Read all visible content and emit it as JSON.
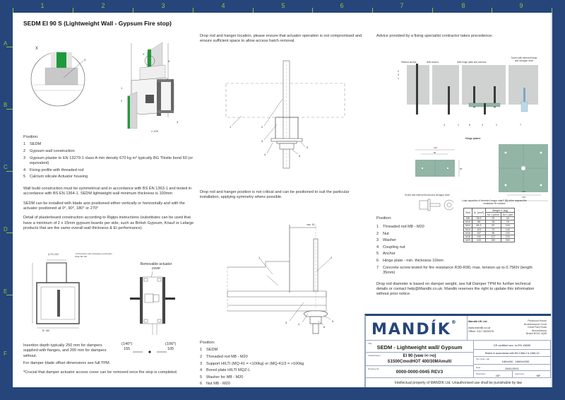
{
  "rulers": {
    "columns": [
      "1",
      "2",
      "3",
      "4",
      "5",
      "6",
      "7",
      "8",
      "9"
    ],
    "rows": [
      "A",
      "B",
      "C",
      "D",
      "E",
      "F"
    ]
  },
  "title": "SEDM EI 90 S (Lightweight Wall  - Gypsum Fire stop)",
  "left_column": {
    "detail_label": "X",
    "detail_callout": "3",
    "iso_callouts": [
      "X",
      "5",
      "1",
      "2",
      "4"
    ],
    "iso_dimension": "≥ 100",
    "positions_heading": "Position:",
    "positions": [
      {
        "n": "1",
        "text": "SEDM"
      },
      {
        "n": "2",
        "text": "Gypsum wall construction"
      },
      {
        "n": "3",
        "text": "Gypsum plaster to EN 13279-1 class A min density 670 kg m³ typically BG Thistle bond 60 (or equivalent)"
      },
      {
        "n": "4",
        "text": "Fixing profile with threaded rod"
      },
      {
        "n": "5",
        "text": "Calcium silicate Actuator housing"
      }
    ],
    "paragraphs": [
      "Wall build construction must be symmetrical and in accordance with BS EN 1363-1 and tested in accordance with BS EN 1364-1. SEDM lightweight wall minimum thickness is 100mm",
      "SEDM can be installed with blade axis positioned either vertically or horizontally and with the actuator positioned at 0°, 90°, 180° or 270°",
      "Detail of plasterboard construction according to Rigips instructions (substitutes can be used that have a minimum of 2 x 15mm gypsum boards per side, such as British Gypsum, Knauf or Lafarge products that are the same overall wall thickness & EI performance)."
    ],
    "section_note": "* Dimensions with actuating mechanism Write 58.700",
    "section_dims": {
      "top": "(170*) 320",
      "side": "(130*) 180",
      "height": "A+ 360",
      "width": "B+ 360"
    },
    "removable_cover_label": "Removable actuator cover",
    "offset_left": "(140*)",
    "offset_left_val": "155",
    "offset_right": "(106*)",
    "offset_right_val": "105",
    "insertion_note": "Insertion depth typically 250 mm for dampers supplied with flanges, and 200 mm for dampers without.",
    "blade_note": "For damper blade offset dimensions see full TPM.",
    "crucial_note": "*Crucial that damper actuator access cover can be removed once fire stop is completed."
  },
  "middle_column": {
    "top_note": "Drop rod and hanger location, please ensure that actuator operation is not compromised and ensure sufficient space to allow access hatch removal.",
    "top_callouts": [
      "1",
      "2",
      "3",
      "4",
      "5",
      "6"
    ],
    "mid_note": "Drop rod and hanger position is not critical and can be positioned to suit the particular installation, applying symmetry where possible.",
    "max_dim": "max. 50",
    "bottom_callouts": [
      "1",
      "2",
      "3",
      "4",
      "5",
      "6"
    ],
    "positions_heading": "Position:",
    "positions": [
      {
        "n": "1",
        "text": "SEDM"
      },
      {
        "n": "2",
        "text": "Threaded rod M8 - M20"
      },
      {
        "n": "3",
        "text": "Support HILTI (MQ-41 = <100kg) or (MQ-41/3 = >100kg"
      },
      {
        "n": "4",
        "text": "Bored plate HILTI MQZ-L"
      },
      {
        "n": "5",
        "text": "Washer for M8 - M20"
      },
      {
        "n": "6",
        "text": "Nut M8 - M20"
      }
    ]
  },
  "right_column": {
    "top_note": "Advice provided by a fixing specialist contractor takes precedence.",
    "anchor_types": [
      "Without anchor",
      "With anchor",
      "With hinge plate and anchors",
      "Screw with internal thread and hexagon drive"
    ],
    "hinge_plates_title": "Hinge plates",
    "hinge_dims": {
      "w1": "120",
      "w2": "80",
      "h": "50",
      "sq1": "100",
      "sq2": "150"
    },
    "screw_title": "Screw with internal thread and hexagon drive",
    "load_caption": "Load capacities of threaded hanger rods F [N] at the required fire resistance 90 minutes",
    "positions_heading": "Position:",
    "positions": [
      {
        "n": "1",
        "text": "Threaded rod M8 - M20"
      },
      {
        "n": "2",
        "text": "Nut"
      },
      {
        "n": "3",
        "text": "Washer"
      },
      {
        "n": "4",
        "text": "Coupling nut"
      },
      {
        "n": "5",
        "text": "Anchor"
      },
      {
        "n": "6",
        "text": "Hinge plate - min. thickness 10mm"
      },
      {
        "n": "7",
        "text": "Concrete screw tested for fire resistance R30-R90, max. tension up to 0.75KN (length 35mm)"
      }
    ],
    "drop_rod_note": "Drop rod diameter is based on damper weight, see full Damper TPM for further technical details or contact help@Mandik.co.uk. Mandik reserves the right to update this information without prior notice."
  },
  "load_table": {
    "headers": {
      "size": "Size",
      "as": "Aₛ [mm²]",
      "weight": "Weight G [kg]",
      "piece": "for 1 piece",
      "pair": "for 1 pair"
    },
    "rows": [
      [
        "M8",
        "36.6",
        "22",
        "44"
      ],
      [
        "M10",
        "58",
        "35",
        "78"
      ],
      [
        "M12",
        "84.3",
        "52",
        "104"
      ],
      [
        "M14",
        "115",
        "70",
        "140"
      ],
      [
        "M16",
        "157",
        "96",
        "192"
      ],
      [
        "M18",
        "192",
        "117",
        "234"
      ],
      [
        "M20",
        "245",
        "150",
        "300"
      ]
    ]
  },
  "title_block": {
    "logo": "MANDÍK",
    "logo_mark": "®",
    "company": "Mandik UK Ltd",
    "website": "www.mandik.co.uk",
    "office": "Office: 0117 4526376",
    "address": [
      "Redwood House",
      "Brotherswood Court",
      "Great Park Road",
      "Almondsbury",
      "Bristol BS32 4QW"
    ],
    "title_caption": "Title",
    "title": "SEDM - Lightweight wall/ Gypsum",
    "ce": "CE certified acc. to EN 15650",
    "classification_caption": "Classification",
    "classification_1": "EI 90 (vew i<->o)",
    "classification_2": "S1500CmodHOT 400/30MAmulti",
    "tested": "Tested in accordance with EN 1366-2 & 1366-10",
    "size_caption": "Size (wide x tall)",
    "size": "160x160 - 1600x1000",
    "drawing_caption": "Drawing No.",
    "drawing_no": "0000-0000-0045 REV3",
    "date_caption": "Date",
    "date": "25/11/2021",
    "illustrated_caption": "Illustrated",
    "illustrated": "GP",
    "approved_caption": "Approved",
    "approved": "MF",
    "ip_notice": "Intellectual property of MANDIK Ltd. Unauthorised use shall be punishable by law"
  },
  "colors": {
    "frame": "#26457a",
    "ruler": "#8dc63f",
    "plaster_green": "#1e9a3a",
    "hinge_plate": "#93b5a5",
    "concrete": "#d0d2d1"
  }
}
